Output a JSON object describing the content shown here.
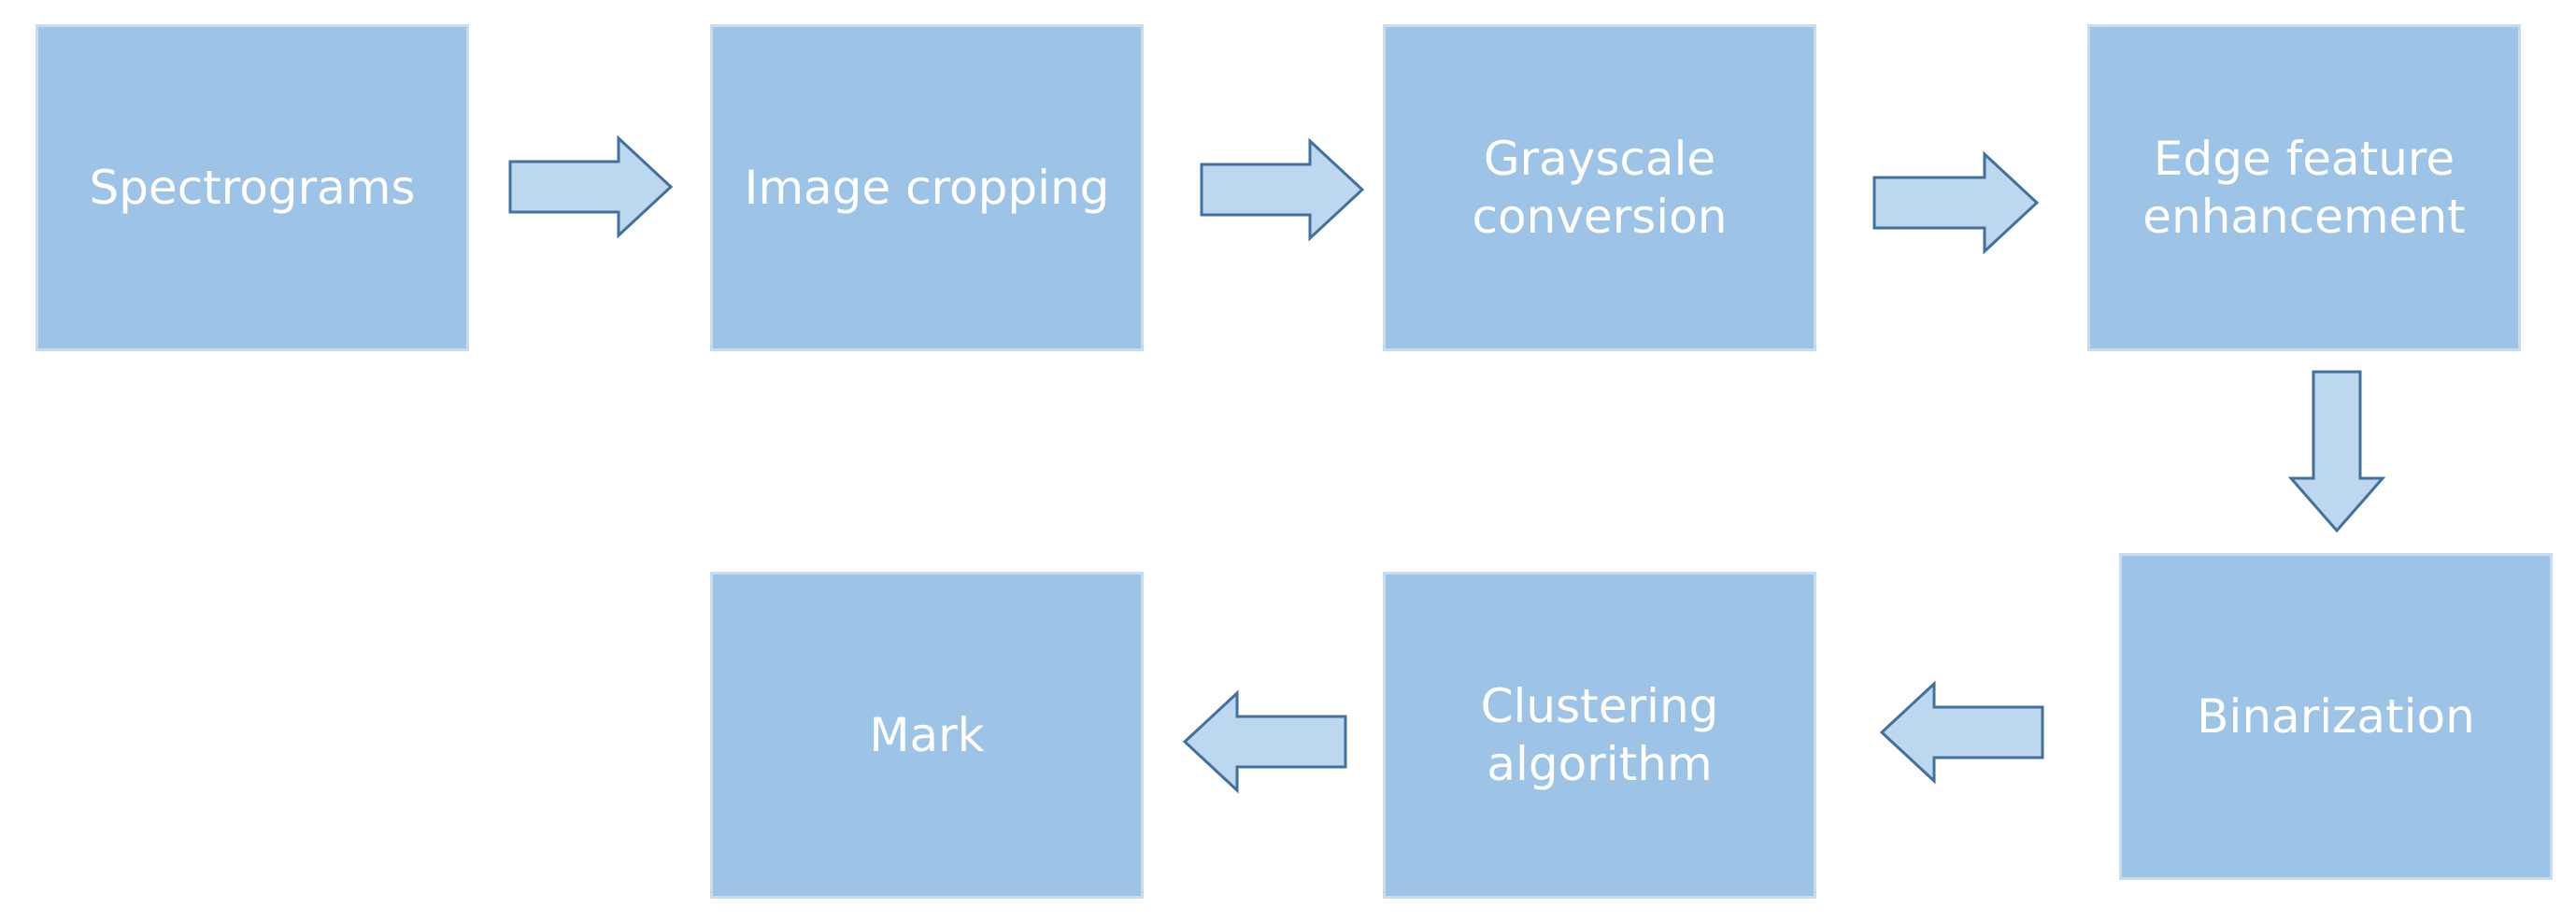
{
  "diagram": {
    "steps": [
      {
        "id": "spectrograms",
        "label": "Spectrograms"
      },
      {
        "id": "image-cropping",
        "label": "Image cropping"
      },
      {
        "id": "grayscale-conversion",
        "label": "Grayscale conversion"
      },
      {
        "id": "edge-feature-enhancement",
        "label": "Edge feature enhancement"
      },
      {
        "id": "binarization",
        "label": "Binarization"
      },
      {
        "id": "clustering-algorithm",
        "label": "Clustering algorithm"
      },
      {
        "id": "mark",
        "label": "Mark"
      }
    ],
    "flow": [
      [
        "spectrograms",
        "image-cropping"
      ],
      [
        "image-cropping",
        "grayscale-conversion"
      ],
      [
        "grayscale-conversion",
        "edge-feature-enhancement"
      ],
      [
        "edge-feature-enhancement",
        "binarization"
      ],
      [
        "binarization",
        "clustering-algorithm"
      ],
      [
        "clustering-algorithm",
        "mark"
      ]
    ],
    "colors": {
      "box_fill": "#9dc3e6",
      "box_text": "#ffffff",
      "arrow_fill": "#bdd7ee",
      "arrow_stroke": "#41719c"
    }
  }
}
